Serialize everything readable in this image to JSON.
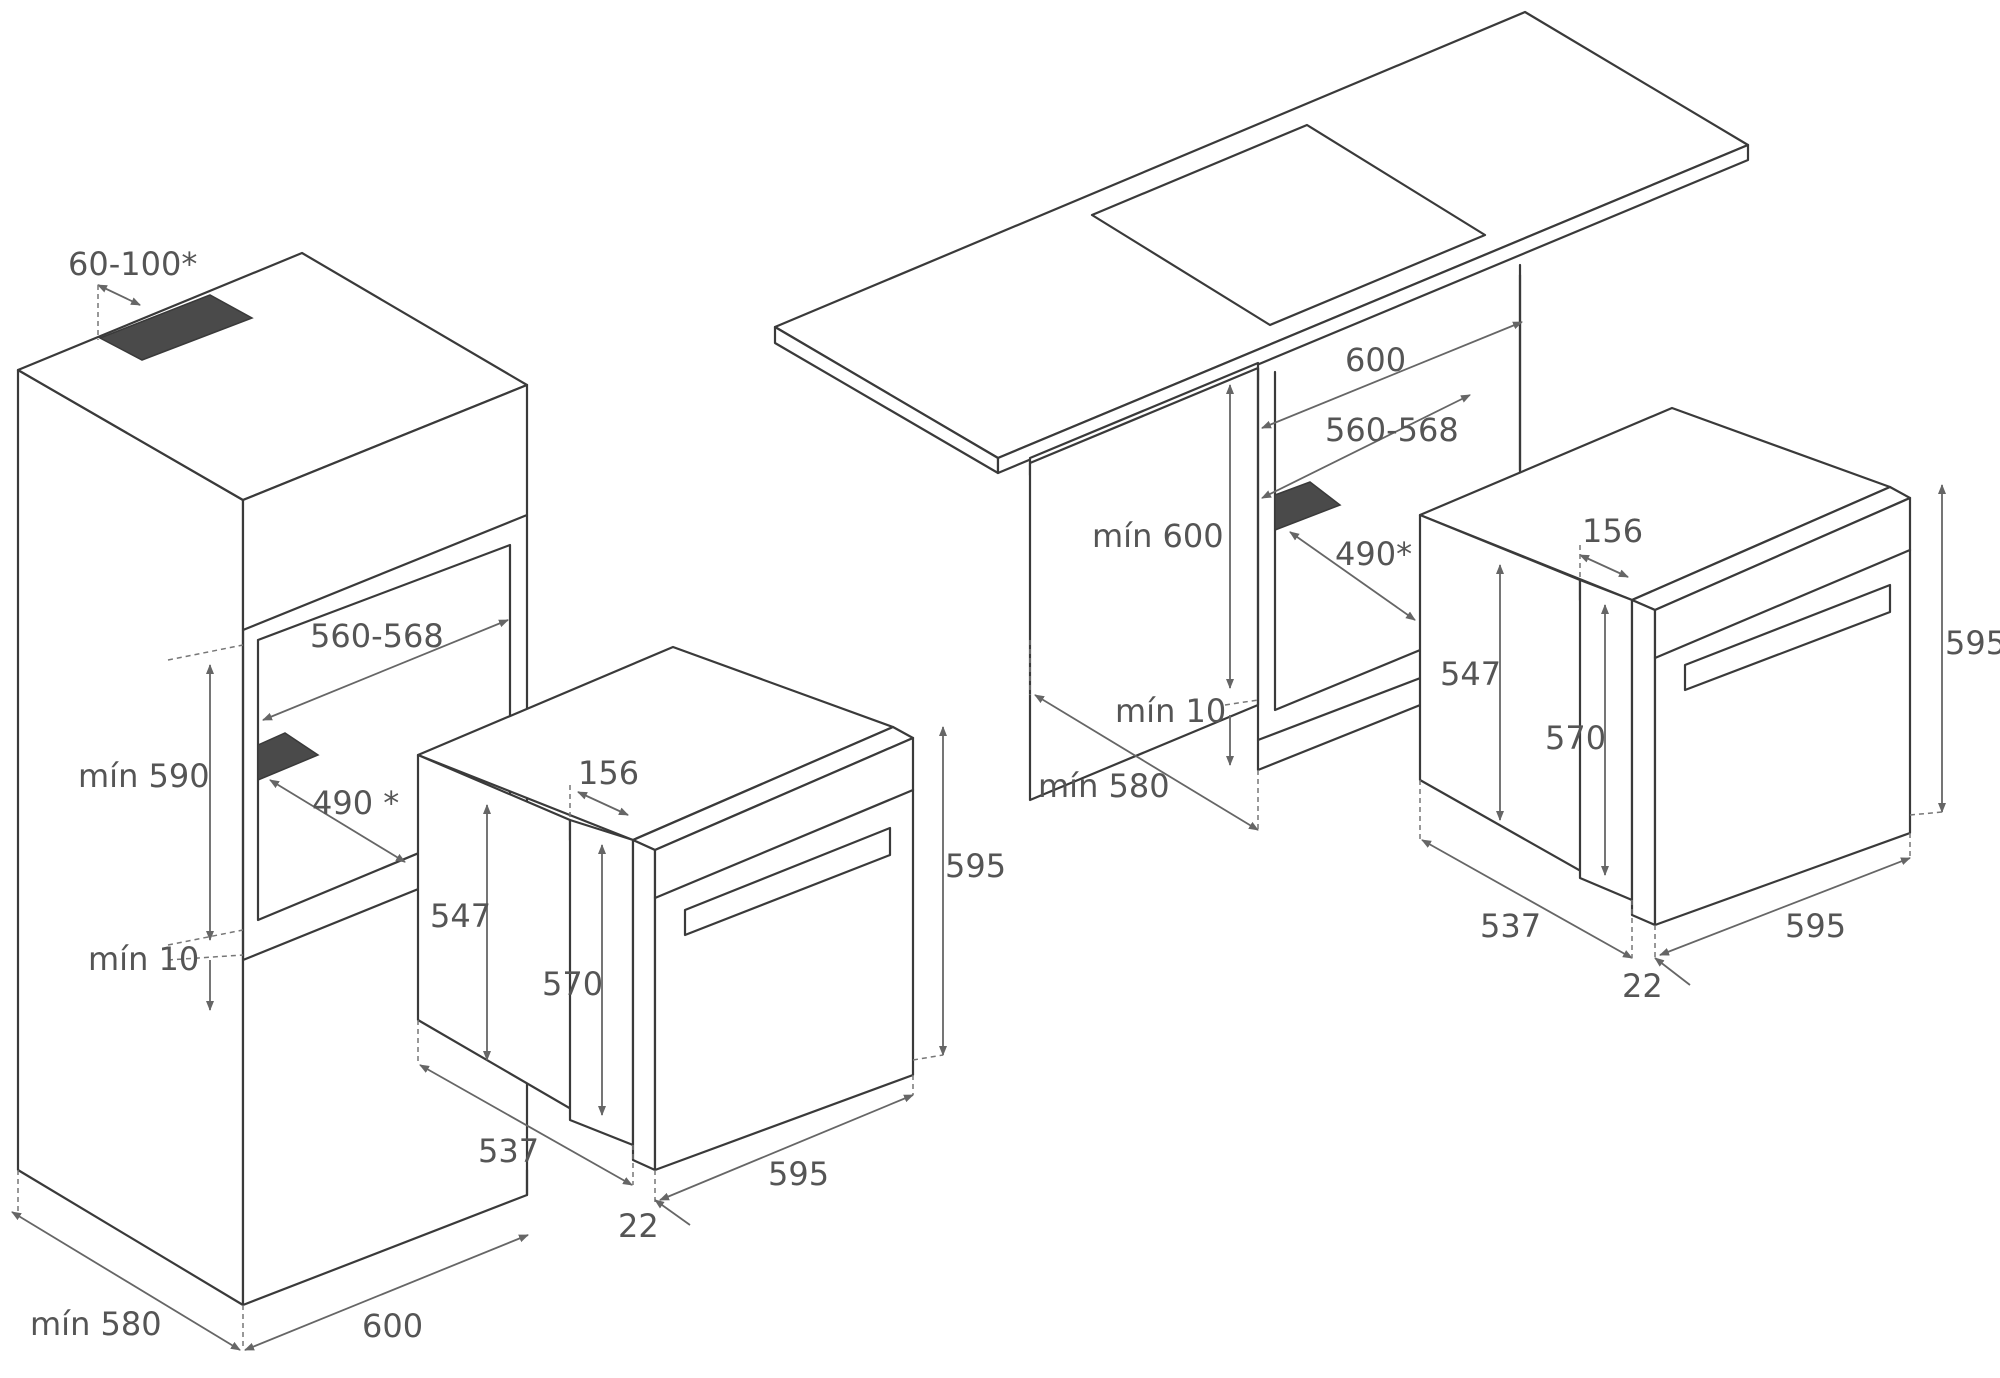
{
  "left_figure": {
    "vent_gap": "60-100*",
    "niche_width": "560-568",
    "niche_height": "mín 590",
    "vent_depth": "490 *",
    "gap_bottom": "mín 10",
    "cabinet_depth": "mín 580",
    "cabinet_width": "600",
    "oven_top_offset": "156",
    "oven_body_height": "547",
    "oven_frame_height": "570",
    "oven_height": "595",
    "oven_depth": "537",
    "oven_width": "595",
    "front_thickness": "22"
  },
  "right_figure": {
    "counter_width": "600",
    "niche_width": "560-568",
    "niche_height": "mín 600",
    "vent_depth": "490*",
    "gap_bottom": "mín 10",
    "cabinet_depth": "mín 580",
    "oven_top_offset": "156",
    "oven_body_height": "547",
    "oven_frame_height": "570",
    "oven_height": "595",
    "oven_depth": "537",
    "oven_width": "595",
    "front_thickness": "22"
  }
}
